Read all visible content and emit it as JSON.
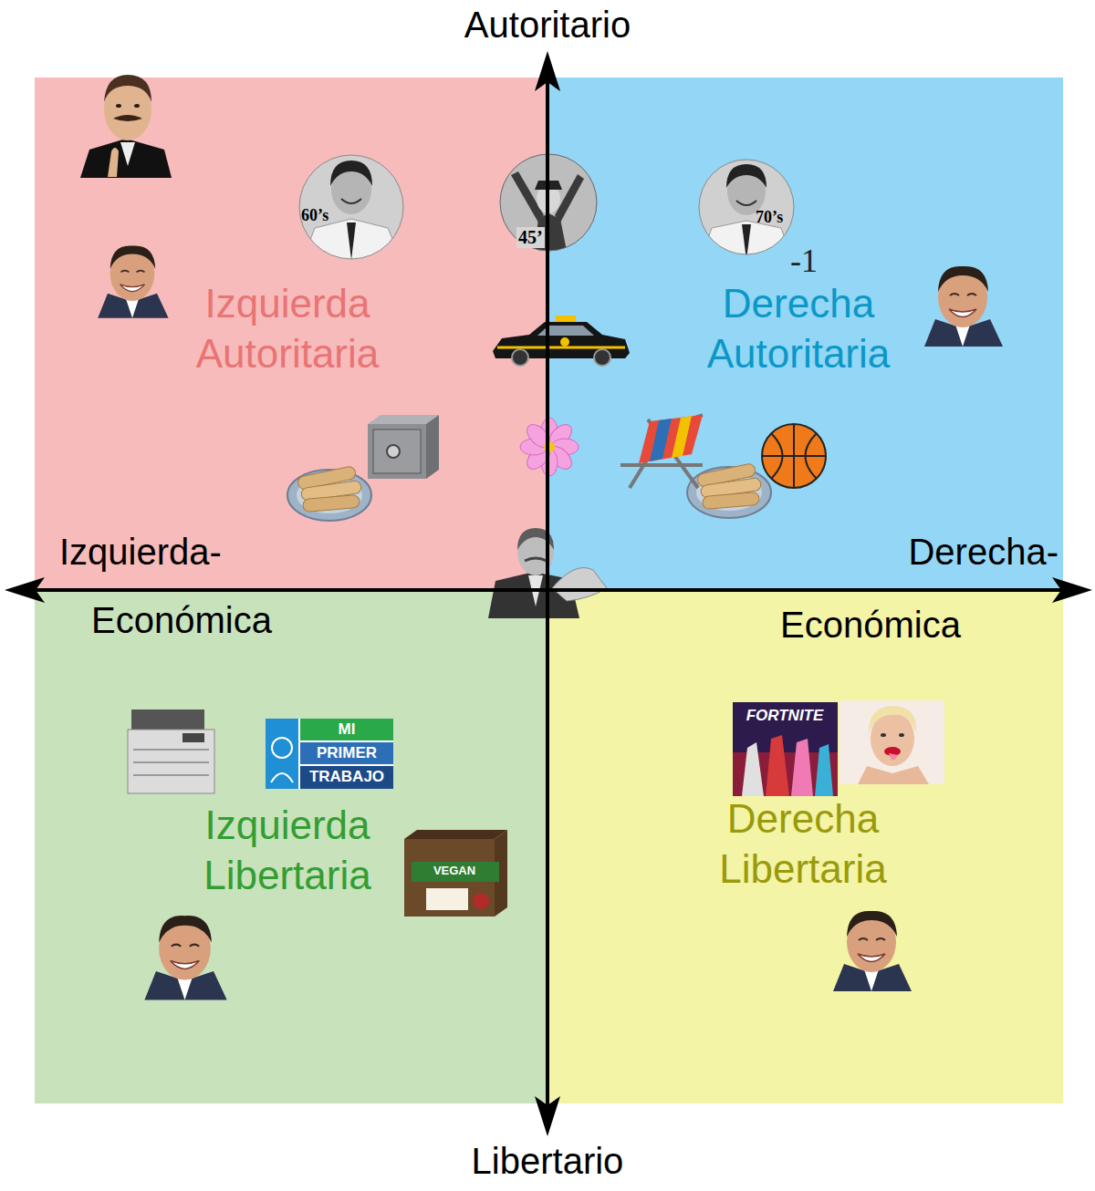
{
  "diagram": {
    "nodes": [
      {
        "text": [
          "Izquierda Autoritaria"
        ]
      },
      {
        "text": [
          "Derecha Autoritaria"
        ]
      },
      {
        "text": [
          "Izquierda Libertaria"
        ]
      },
      {
        "text": [
          "Derecha Libertaria"
        ]
      }
    ],
    "labels": [
      "Autoritario",
      "Izquierda-",
      "Económica",
      "Derecha-",
      "Económica",
      "Libertario",
      "60’s",
      "45’",
      "70’s",
      "-1",
      "MI",
      "PRIMER",
      "TRABAJO",
      "FORTNITE",
      "VEGAN"
    ]
  }
}
